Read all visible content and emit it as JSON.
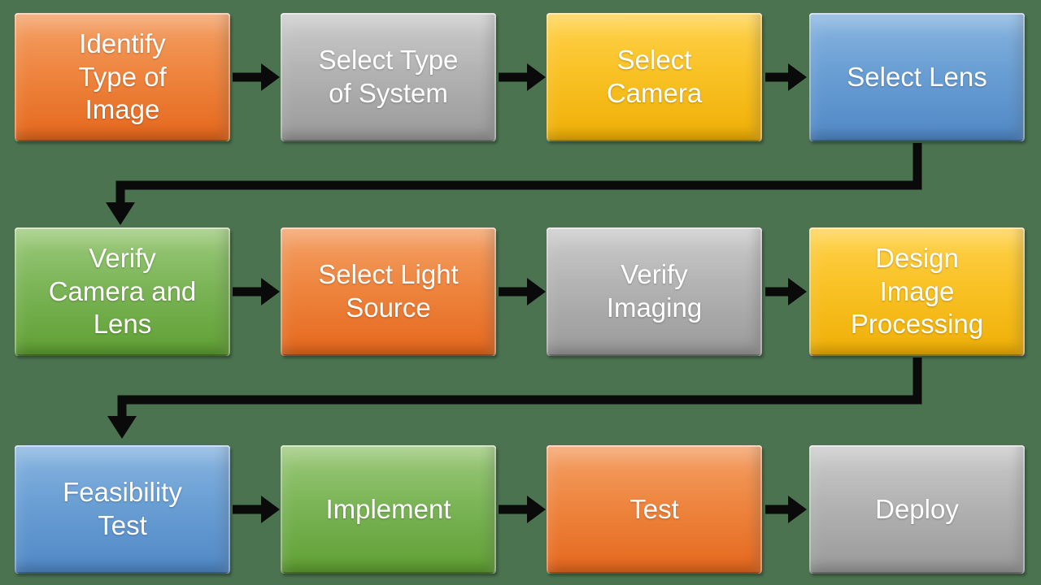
{
  "canvas": {
    "background_color": "#4B7350",
    "arrow_color": "#0A0A0A",
    "text_color": "#FFFFFF"
  },
  "palette": {
    "orange": {
      "top": "#F4A167",
      "bottom": "#E5671C"
    },
    "gray": {
      "top": "#CCCCCC",
      "bottom": "#999999"
    },
    "gold": {
      "top": "#FFD34F",
      "bottom": "#EFAF06"
    },
    "blue": {
      "top": "#89B5E0",
      "bottom": "#5088C6"
    },
    "green": {
      "top": "#9DCA7C",
      "bottom": "#5F9F33"
    }
  },
  "nodes": [
    {
      "id": "identify-type-of-image",
      "label": "Identify\nType of\nImage",
      "color": "orange",
      "row": 1,
      "col": 1
    },
    {
      "id": "select-type-of-system",
      "label": "Select Type\nof System",
      "color": "gray",
      "row": 1,
      "col": 2
    },
    {
      "id": "select-camera",
      "label": "Select\nCamera",
      "color": "gold",
      "row": 1,
      "col": 3
    },
    {
      "id": "select-lens",
      "label": "Select Lens",
      "color": "blue",
      "row": 1,
      "col": 4
    },
    {
      "id": "verify-camera-and-lens",
      "label": "Verify\nCamera and\nLens",
      "color": "green",
      "row": 2,
      "col": 1
    },
    {
      "id": "select-light-source",
      "label": "Select Light\nSource",
      "color": "orange",
      "row": 2,
      "col": 2
    },
    {
      "id": "verify-imaging",
      "label": "Verify\nImaging",
      "color": "gray",
      "row": 2,
      "col": 3
    },
    {
      "id": "design-image-processing",
      "label": "Design\nImage\nProcessing",
      "color": "gold",
      "row": 2,
      "col": 4
    },
    {
      "id": "feasibility-test",
      "label": "Feasibility\nTest",
      "color": "blue",
      "row": 3,
      "col": 1
    },
    {
      "id": "implement",
      "label": "Implement",
      "color": "green",
      "row": 3,
      "col": 2
    },
    {
      "id": "test",
      "label": "Test",
      "color": "orange",
      "row": 3,
      "col": 3
    },
    {
      "id": "deploy",
      "label": "Deploy",
      "color": "gray",
      "row": 3,
      "col": 4
    }
  ],
  "edges": [
    {
      "from": "identify-type-of-image",
      "to": "select-type-of-system",
      "type": "straight"
    },
    {
      "from": "select-type-of-system",
      "to": "select-camera",
      "type": "straight"
    },
    {
      "from": "select-camera",
      "to": "select-lens",
      "type": "straight"
    },
    {
      "from": "select-lens",
      "to": "verify-camera-and-lens",
      "type": "elbow"
    },
    {
      "from": "verify-camera-and-lens",
      "to": "select-light-source",
      "type": "straight"
    },
    {
      "from": "select-light-source",
      "to": "verify-imaging",
      "type": "straight"
    },
    {
      "from": "verify-imaging",
      "to": "design-image-processing",
      "type": "straight"
    },
    {
      "from": "design-image-processing",
      "to": "feasibility-test",
      "type": "elbow"
    },
    {
      "from": "feasibility-test",
      "to": "implement",
      "type": "straight"
    },
    {
      "from": "implement",
      "to": "test",
      "type": "straight"
    },
    {
      "from": "test",
      "to": "deploy",
      "type": "straight"
    }
  ]
}
